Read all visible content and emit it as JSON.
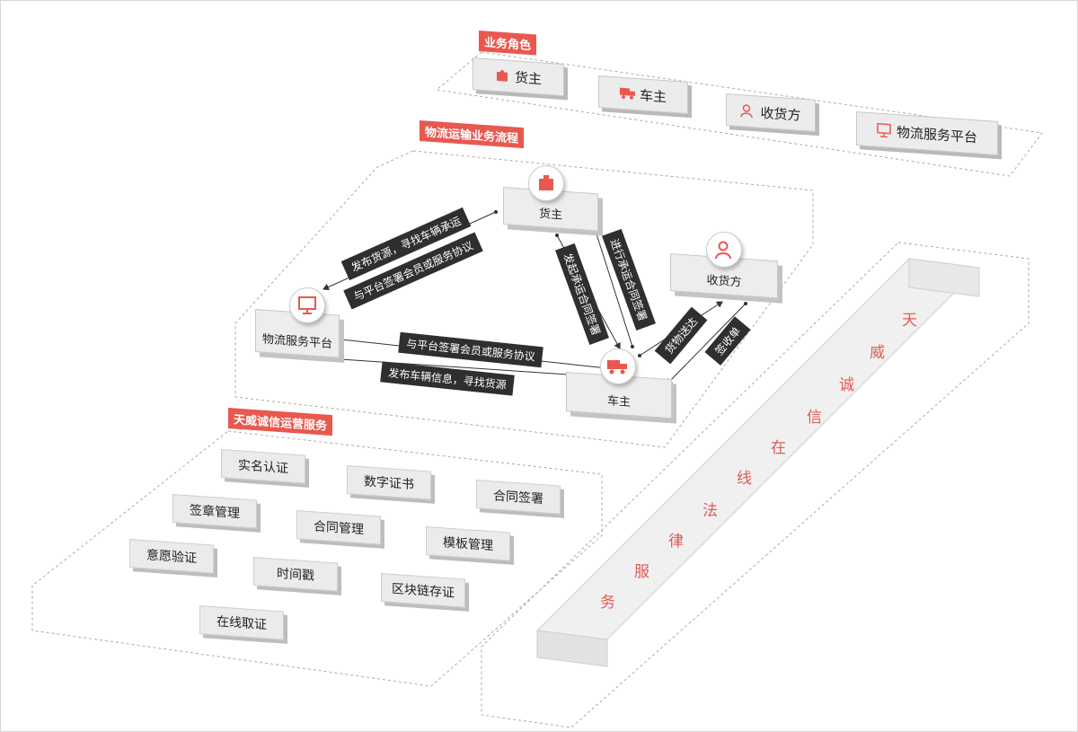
{
  "sections": {
    "roles_title": "业务角色",
    "flow_title": "物流运输业务流程",
    "services_title": "天威诚信运营服务"
  },
  "roles": [
    {
      "label": "货主",
      "icon": "cargo-box-icon"
    },
    {
      "label": "车主",
      "icon": "truck-icon"
    },
    {
      "label": "收货方",
      "icon": "person-receive-icon"
    },
    {
      "label": "物流服务平台",
      "icon": "monitor-icon"
    }
  ],
  "flow": {
    "nodes": {
      "shipper": "货主",
      "receiver": "收货方",
      "platform": "物流服务平台",
      "carrier": "车主"
    },
    "edges": {
      "publish_source": "发布货源，寻找车辆承运",
      "shipper_sign": "与平台签署会员或服务协议",
      "carrier_sign": "与平台签署会员或服务协议",
      "publish_vehicle": "发布车辆信息，寻找货源",
      "initiate_contract": "发起承运合同签署",
      "perform_contract": "进行承运合同签署",
      "deliver": "货物送达",
      "sign_receipt": "签收单"
    }
  },
  "services": [
    "实名认证",
    "数字证书",
    "合同签署",
    "签章管理",
    "合同管理",
    "模板管理",
    "意愿验证",
    "时间戳",
    "区块链存证",
    "在线取证"
  ],
  "legal_service_chars": [
    "天",
    "威",
    "诚",
    "信",
    "在",
    "线",
    "法",
    "律",
    "服",
    "务"
  ],
  "colors": {
    "accent": "#e8584f",
    "dark_tag": "#2f2f2f",
    "box": "#ececec"
  }
}
